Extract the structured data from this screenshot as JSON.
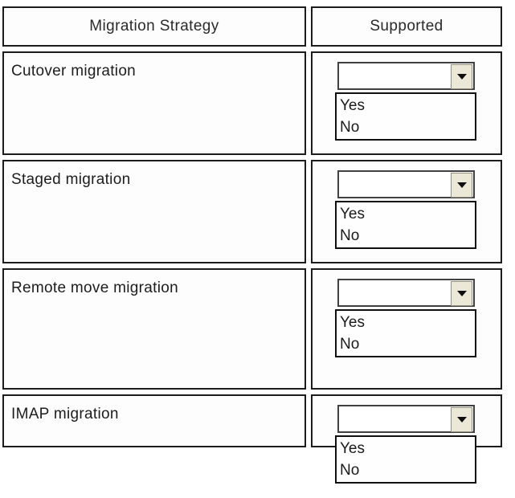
{
  "table": {
    "headers": {
      "strategy": "Migration Strategy",
      "supported": "Supported"
    },
    "rows": [
      {
        "strategy": "Cutover migration"
      },
      {
        "strategy": "Staged migration"
      },
      {
        "strategy": "Remote move migration"
      },
      {
        "strategy": "IMAP migration"
      }
    ]
  },
  "dropdown": {
    "value": "",
    "options": [
      "Yes",
      "No"
    ]
  },
  "icons": {
    "dropdown_arrow": "caret-down"
  },
  "colors": {
    "table_border": "#1c1c1c",
    "cell_background": "#fdfdfd",
    "combo_border": "#414141",
    "combo_button_background": "#ece8d8",
    "list_border": "#101010",
    "text": "#1d1d1d"
  }
}
